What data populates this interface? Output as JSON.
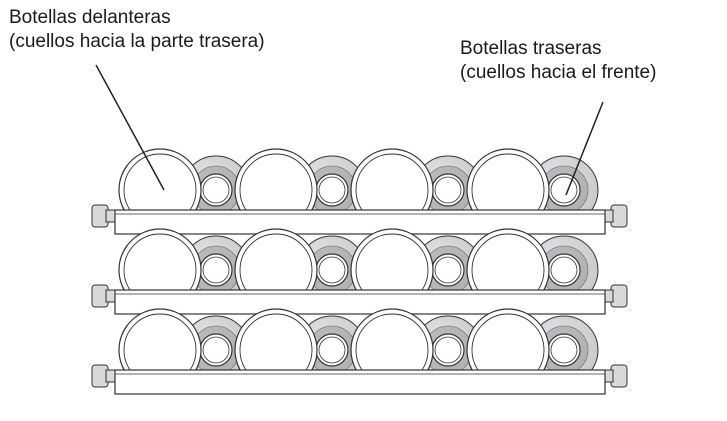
{
  "labels": {
    "front_bottles": {
      "line1": "Botellas delanteras",
      "line2": "(cuellos hacia la parte trasera)"
    },
    "back_bottles": {
      "line1": "Botellas traseras",
      "line2": "(cuellos hacia el frente)"
    }
  },
  "diagram": {
    "shelf_count": 3,
    "front_bottles_per_shelf": 4,
    "back_bottles_per_shelf": 4,
    "colors": {
      "outline": "#333333",
      "back_bottle_fill": "#c8c8c8",
      "back_bottle_shade": "#9a9a9a",
      "back_bottle_highlight": "#e6e6ea",
      "front_bottle_fill": "#ffffff",
      "rail_fill": "#ffffff",
      "knob_fill": "#d9d9d9"
    }
  }
}
